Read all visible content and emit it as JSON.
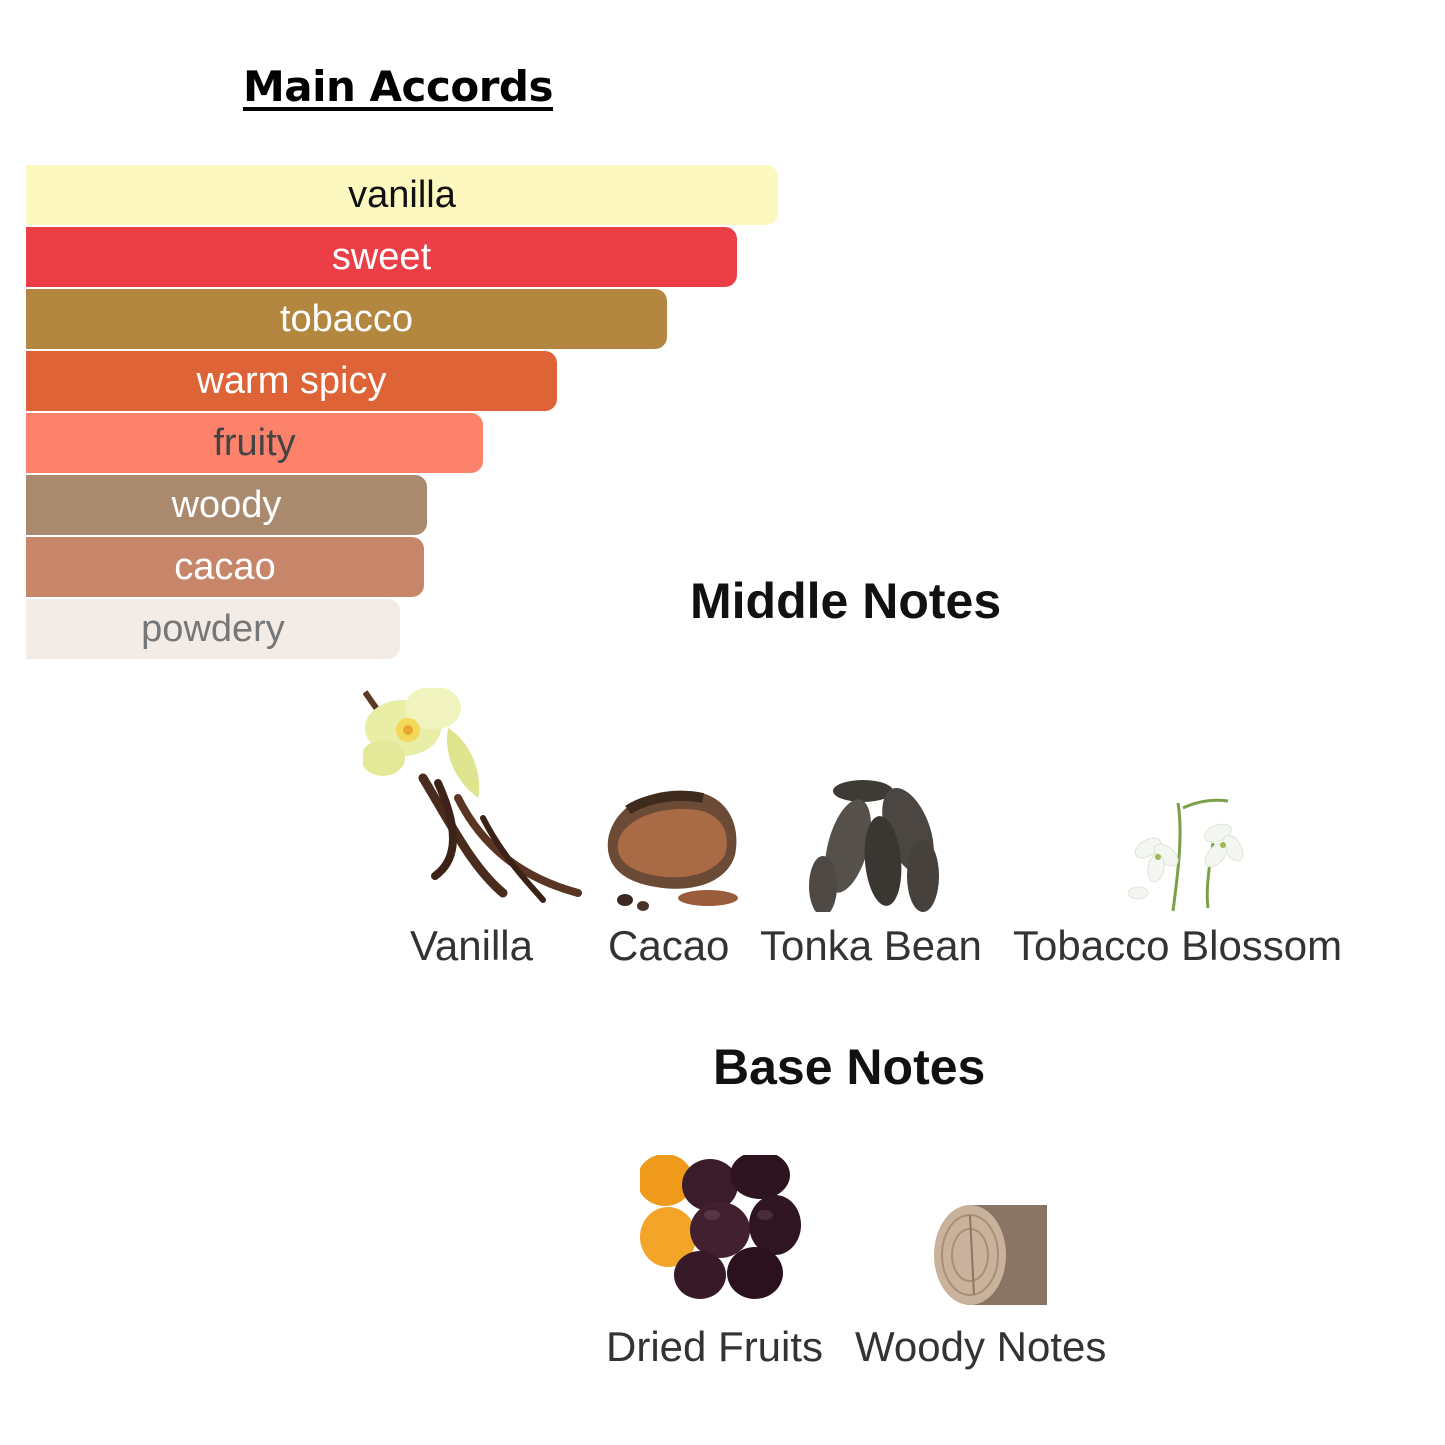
{
  "main_accords": {
    "title": "Main Accords",
    "bars": [
      {
        "label": "vanilla",
        "color": "#fcf8bf",
        "text_color": "#111111",
        "strength": 1.0
      },
      {
        "label": "sweet",
        "color": "#ec3e46",
        "text_color": "#ffffff",
        "strength": 0.946
      },
      {
        "label": "tobacco",
        "color": "#b3873f",
        "text_color": "#ffffff",
        "strength": 0.853
      },
      {
        "label": "warm spicy",
        "color": "#de6337",
        "text_color": "#ffffff",
        "strength": 0.706
      },
      {
        "label": "fruity",
        "color": "#fc826b",
        "text_color": "#444444",
        "strength": 0.608
      },
      {
        "label": "woody",
        "color": "#a98a6e",
        "text_color": "#ffffff",
        "strength": 0.533
      },
      {
        "label": "cacao",
        "color": "#c7856a",
        "text_color": "#ffffff",
        "strength": 0.529
      },
      {
        "label": "powdery",
        "color": "#f3ebe5",
        "text_color": "#777777",
        "strength": 0.497
      }
    ]
  },
  "middle_notes": {
    "title": "Middle Notes",
    "items": [
      {
        "label": "Vanilla",
        "icon": "vanilla-icon"
      },
      {
        "label": "Cacao",
        "icon": "cacao-icon"
      },
      {
        "label": "Tonka Bean",
        "icon": "tonka-bean-icon"
      },
      {
        "label": "Tobacco Blossom",
        "icon": "tobacco-blossom-icon"
      }
    ]
  },
  "base_notes": {
    "title": "Base Notes",
    "items": [
      {
        "label": "Dried Fruits",
        "icon": "dried-fruits-icon"
      },
      {
        "label": "Woody Notes",
        "icon": "woody-notes-icon"
      }
    ]
  }
}
